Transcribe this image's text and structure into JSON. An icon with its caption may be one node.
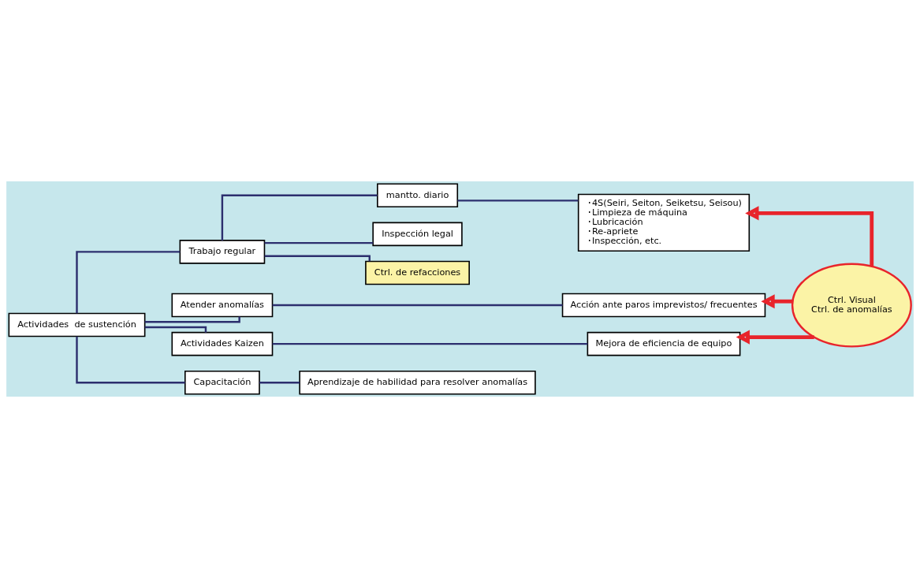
{
  "diagram": {
    "nodes": [
      {
        "text": [
          "Actividades  de sustención"
        ]
      },
      {
        "text": [
          "Trabajo regular"
        ]
      },
      {
        "text": [
          "mantto. diario"
        ]
      },
      {
        "text": [
          "Inspección legal"
        ]
      },
      {
        "text": [
          "Ctrl. de refacciones"
        ]
      },
      {
        "text": [
          "･4S(Seiri, Seiton, Seiketsu, Seisou)",
          "･Limpieza de máquina",
          "･Lubricación",
          "･Re-apriete",
          "･Inspección, etc."
        ]
      },
      {
        "text": [
          "Atender anomalías"
        ]
      },
      {
        "text": [
          "Acción ante paros imprevistos/ frecuentes"
        ]
      },
      {
        "text": [
          "Actividades Kaizen"
        ]
      },
      {
        "text": [
          "Mejora de eficiencia de equipo"
        ]
      },
      {
        "text": [
          "Capacitación"
        ]
      },
      {
        "text": [
          "Aprendizaje de habilidad para resolver anomalías"
        ]
      },
      {
        "text": [
          "Ctrl. Visual",
          "Ctrl. de anomalías"
        ]
      }
    ],
    "edges": [
      {
        "from": 0,
        "to": 1,
        "arrow": "none"
      },
      {
        "from": 1,
        "to": 2,
        "arrow": "none"
      },
      {
        "from": 1,
        "to": 3,
        "arrow": "none"
      },
      {
        "from": 1,
        "to": 4,
        "arrow": "none"
      },
      {
        "from": 2,
        "to": 5,
        "arrow": "none"
      },
      {
        "from": 0,
        "to": 6,
        "arrow": "none"
      },
      {
        "from": 6,
        "to": 7,
        "arrow": "none"
      },
      {
        "from": 0,
        "to": 8,
        "arrow": "none"
      },
      {
        "from": 8,
        "to": 9,
        "arrow": "none"
      },
      {
        "from": 0,
        "to": 10,
        "arrow": "none"
      },
      {
        "from": 10,
        "to": 11,
        "arrow": "none"
      },
      {
        "from": 12,
        "to": 5,
        "arrow": "to",
        "style": "thick",
        "color": "#e8242b"
      },
      {
        "from": 12,
        "to": 7,
        "arrow": "to",
        "style": "thick",
        "color": "#e8242b"
      },
      {
        "from": 12,
        "to": 9,
        "arrow": "to",
        "style": "thick",
        "color": "#e8242b"
      }
    ]
  }
}
